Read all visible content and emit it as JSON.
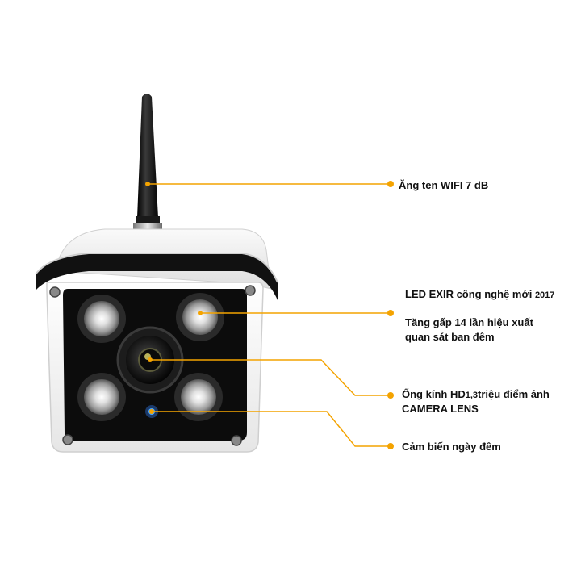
{
  "colors": {
    "leader_line": "#f4a300",
    "leader_dot": "#f4a300",
    "camera_body": "#f4f4f4",
    "camera_face": "#0c0c0c",
    "antenna": "#121212"
  },
  "parts": [
    {
      "id": "antenna",
      "icon": "antenna-icon"
    },
    {
      "id": "camera-body",
      "icon": "camera-body-icon"
    },
    {
      "id": "ir-leds",
      "icon": "ir-led-icon",
      "count": 4
    },
    {
      "id": "lens",
      "icon": "lens-icon"
    },
    {
      "id": "light-sensor",
      "icon": "sensor-icon"
    }
  ],
  "labels": {
    "antenna": "Ăng ten WIFI 7 dB",
    "led_title": "LED EXIR công nghệ mới",
    "led_year": "2017",
    "led_desc_1": "Tăng gấp 14 lần hiệu xuất",
    "led_desc_2": "quan sát ban đêm",
    "lens_1_prefix": "Ống kính HD",
    "lens_1_number": "1,3",
    "lens_1_suffix": "triệu điểm ảnh",
    "lens_2": "CAMERA LENS",
    "sensor": "Cảm biến ngày đêm"
  }
}
